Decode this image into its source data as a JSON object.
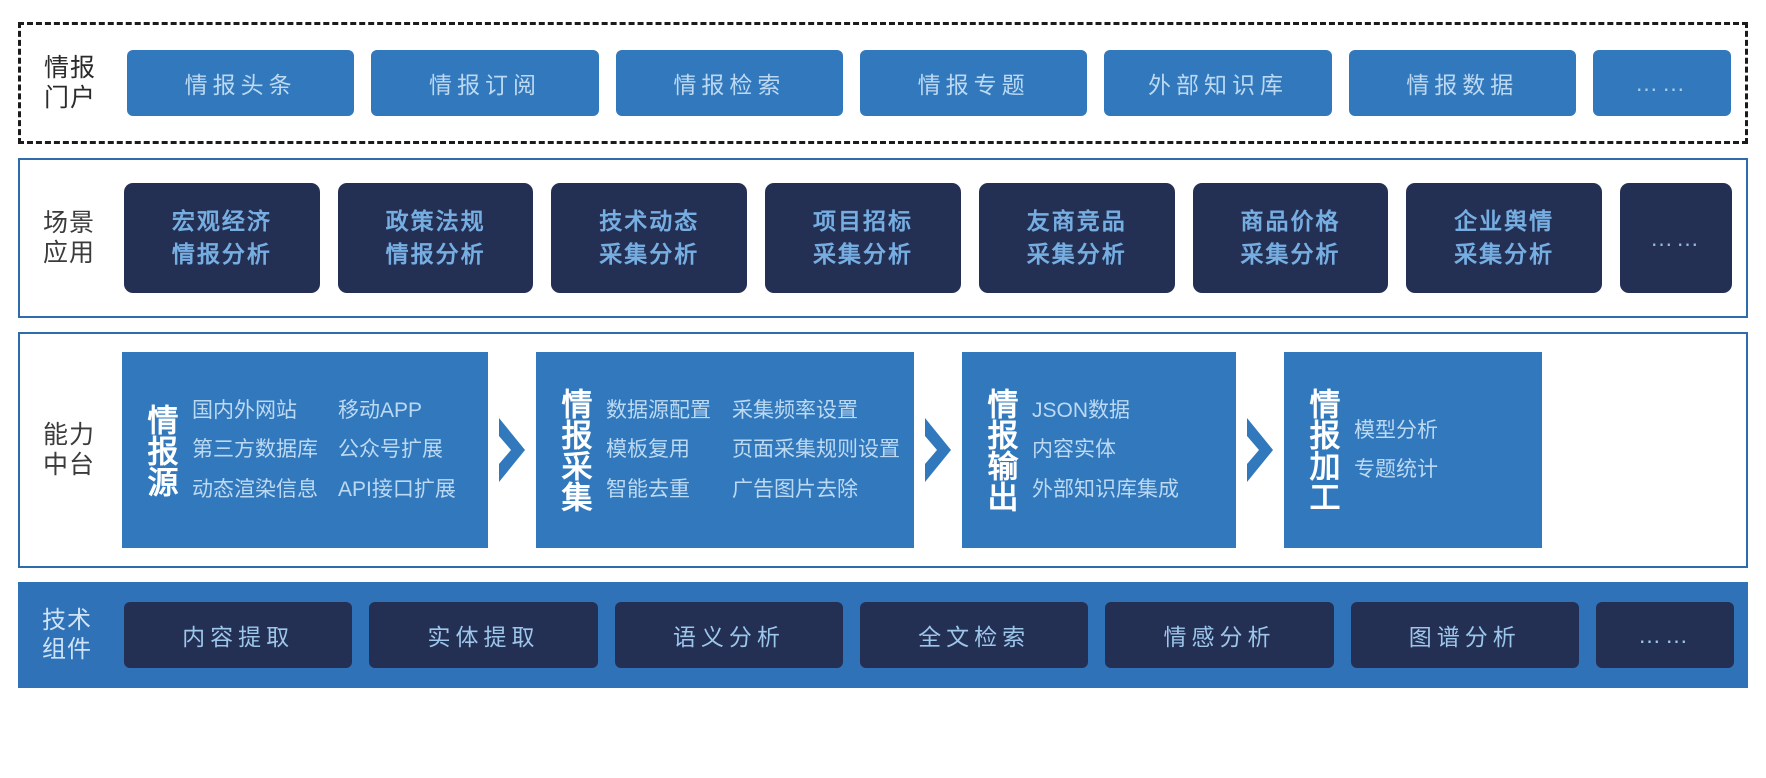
{
  "colors": {
    "primary_blue": "#3278bd",
    "dark_navy": "#242f54",
    "panel_border": "#2f6cab",
    "dashed_border": "#1b1b1b",
    "light_text": "#bcd9f2",
    "tech_band": "#2f72b8"
  },
  "rows": {
    "portal": {
      "label": "情报\n门户",
      "cells": [
        "情报头条",
        "情报订阅",
        "情报检索",
        "情报专题",
        "外部知识库",
        "情报数据",
        "……"
      ]
    },
    "scene": {
      "label": "场景\n应用",
      "cells": [
        {
          "line1": "宏观经济",
          "line2": "情报分析"
        },
        {
          "line1": "政策法规",
          "line2": "情报分析"
        },
        {
          "line1": "技术动态",
          "line2": "采集分析"
        },
        {
          "line1": "项目招标",
          "line2": "采集分析"
        },
        {
          "line1": "友商竞品",
          "line2": "采集分析"
        },
        {
          "line1": "商品价格",
          "line2": "采集分析"
        },
        {
          "line1": "企业舆情",
          "line2": "采集分析"
        },
        {
          "line1": "……",
          "line2": ""
        }
      ]
    },
    "capability": {
      "label": "能力\n中台",
      "panels": [
        {
          "title": "情报源",
          "items": [
            "国内外网站",
            "移动APP",
            "第三方数据库",
            "公众号扩展",
            "动态渲染信息",
            "API接口扩展"
          ]
        },
        {
          "title": "情报采集",
          "items": [
            "数据源配置",
            "采集频率设置",
            "模板复用",
            "页面采集规则设置",
            "智能去重",
            "广告图片去除"
          ]
        },
        {
          "title": "情报输出",
          "items": [
            "JSON数据",
            "内容实体",
            "外部知识库集成"
          ]
        },
        {
          "title": "情报加工",
          "items": [
            "模型分析",
            "专题统计"
          ]
        }
      ],
      "arrow_icon": "chevron-right-icon"
    },
    "tech": {
      "label": "技术\n组件",
      "cells": [
        "内容提取",
        "实体提取",
        "语义分析",
        "全文检索",
        "情感分析",
        "图谱分析",
        "……"
      ]
    }
  }
}
